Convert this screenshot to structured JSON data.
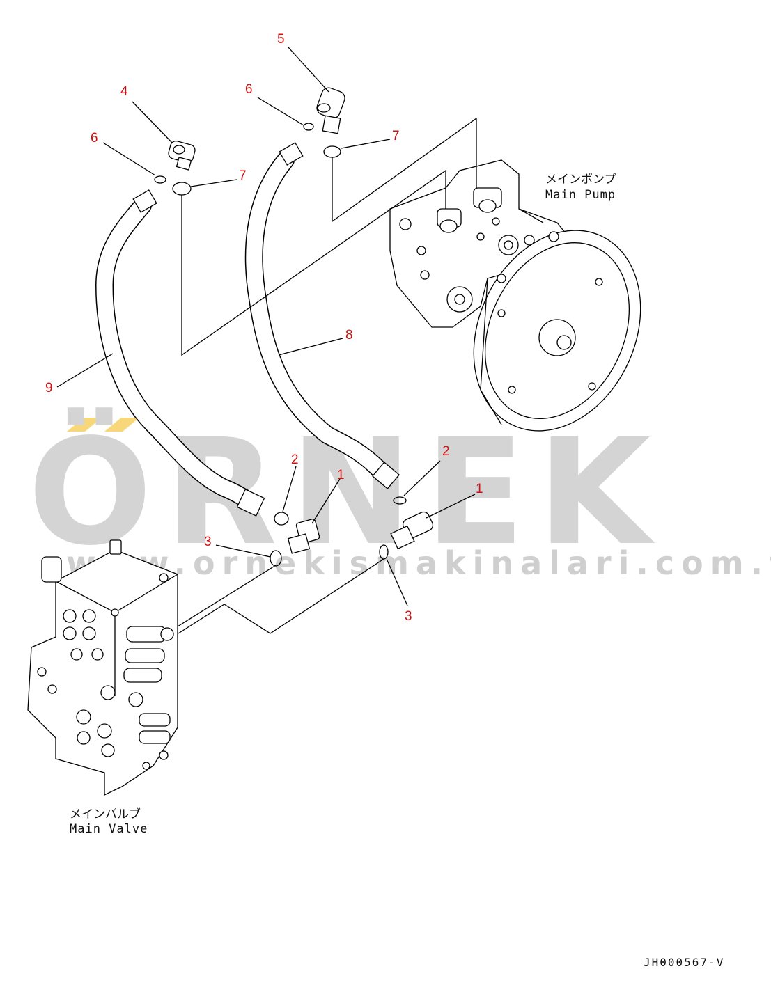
{
  "watermark": {
    "brand": "ÖRNEK",
    "url": "www.ornekismakinalari.com.tr",
    "accent_color": "#f7d77a"
  },
  "labels": {
    "pump_jp": "メインポンプ",
    "pump_en": "Main Pump",
    "valve_jp": "メインバルブ",
    "valve_en": "Main Valve"
  },
  "callouts": {
    "c1a": "1",
    "c1b": "1",
    "c2a": "2",
    "c2b": "2",
    "c3a": "3",
    "c3b": "3",
    "c4": "4",
    "c5": "5",
    "c6a": "6",
    "c6b": "6",
    "c7a": "7",
    "c7b": "7",
    "c8": "8",
    "c9": "9"
  },
  "drawing_code": "JH000567-V",
  "colors": {
    "callout": "#cc1111",
    "line": "#000000",
    "watermark": "#d4d4d4"
  }
}
